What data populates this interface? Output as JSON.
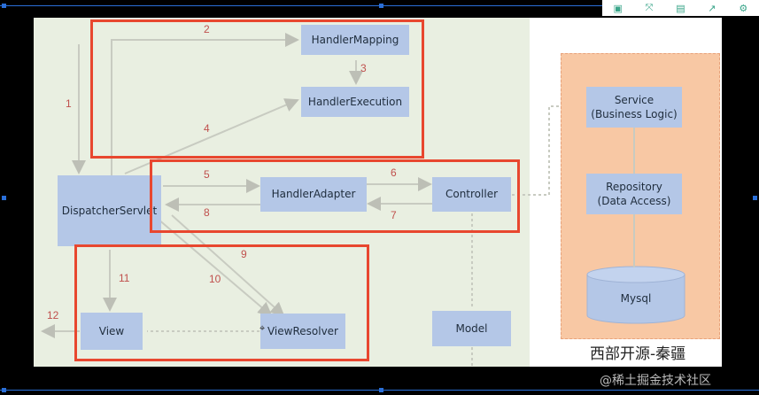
{
  "boxes": {
    "handler_mapping": "HandlerMapping",
    "handler_execution": "HandlerExecution",
    "dispatcher_servlet": "DispatcherServlet",
    "handler_adapter": "HandlerAdapter",
    "controller": "Controller",
    "view": "View",
    "view_resolver": "ViewResolver",
    "model": "Model",
    "service_line1": "Service",
    "service_line2": "(Business Logic)",
    "repository_line1": "Repository",
    "repository_line2": "(Data Access)",
    "mysql": "Mysql"
  },
  "steps": [
    "1",
    "2",
    "3",
    "4",
    "5",
    "6",
    "7",
    "8",
    "9",
    "10",
    "11",
    "12"
  ],
  "brand": "西部开源-秦疆",
  "watermark": "@稀土掘金技术社区",
  "toolbar": {
    "icons": [
      "frame-icon",
      "shrink-icon",
      "save-icon",
      "export-icon",
      "settings-icon"
    ],
    "glyphs": [
      "▣",
      "⤧",
      "▤",
      "↗",
      "⚙"
    ]
  },
  "colors": {
    "box_fill": "#b4c7e7",
    "highlight_border": "#e8472f",
    "step_number": "#c0504d",
    "panel_fill": "#f8c8a4",
    "background": "#e9efe1"
  }
}
